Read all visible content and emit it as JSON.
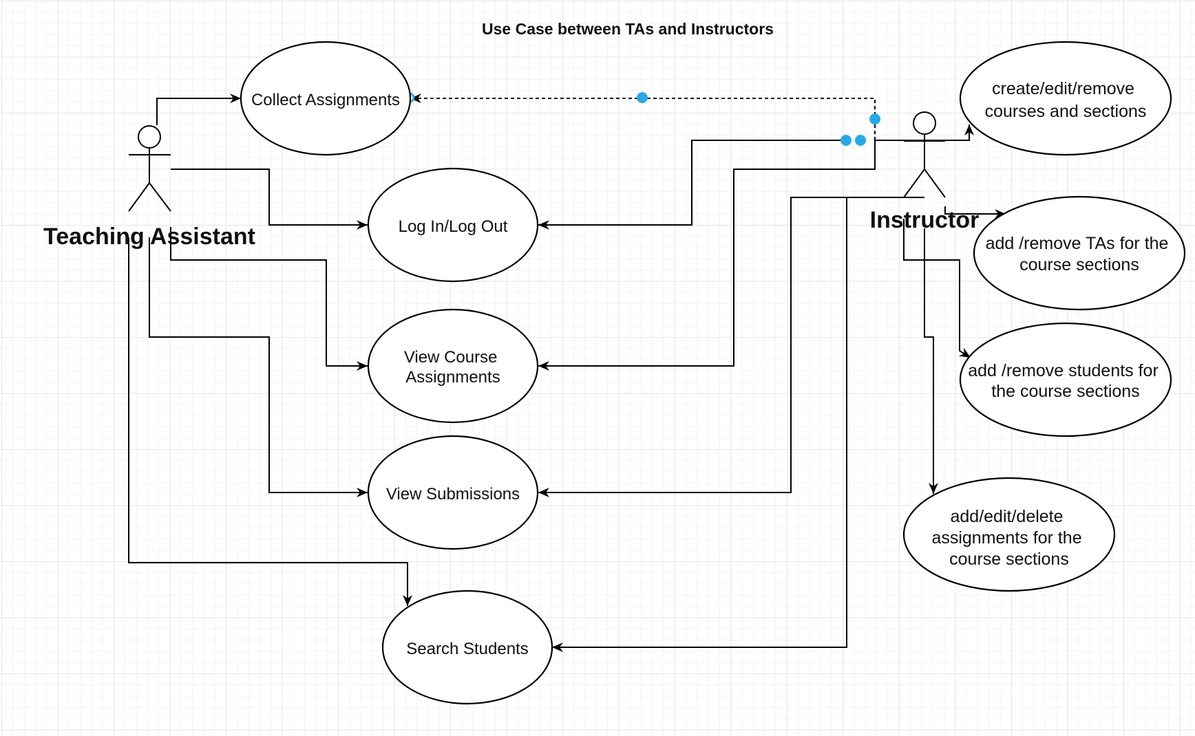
{
  "diagram": {
    "title": "Use Case between TAs and Instructors",
    "actors": [
      {
        "id": "ta",
        "label": "Teaching Assistant"
      },
      {
        "id": "instructor",
        "label": "Instructor"
      }
    ],
    "use_cases": [
      {
        "id": "collect",
        "lines": [
          "Collect Assignments"
        ]
      },
      {
        "id": "login",
        "lines": [
          "Log In/Log Out"
        ]
      },
      {
        "id": "viewcourse",
        "lines": [
          "View Course",
          "Assignments"
        ]
      },
      {
        "id": "viewsub",
        "lines": [
          "View Submissions"
        ]
      },
      {
        "id": "search",
        "lines": [
          "Search Students"
        ]
      },
      {
        "id": "courses",
        "lines": [
          "create/edit/remove",
          "courses and sections"
        ]
      },
      {
        "id": "tas",
        "lines": [
          "add /remove TAs for the",
          "course sections"
        ]
      },
      {
        "id": "students",
        "lines": [
          "add /remove students for",
          "the course sections"
        ]
      },
      {
        "id": "assign",
        "lines": [
          "add/edit/delete",
          "assignments for the",
          "course sections"
        ]
      }
    ],
    "associations": [
      {
        "from": "ta",
        "to": "collect"
      },
      {
        "from": "ta",
        "to": "login"
      },
      {
        "from": "ta",
        "to": "viewcourse"
      },
      {
        "from": "ta",
        "to": "viewsub"
      },
      {
        "from": "ta",
        "to": "search"
      },
      {
        "from": "instructor",
        "to": "collect",
        "selected": true
      },
      {
        "from": "instructor",
        "to": "login"
      },
      {
        "from": "instructor",
        "to": "viewcourse"
      },
      {
        "from": "instructor",
        "to": "viewsub"
      },
      {
        "from": "instructor",
        "to": "search"
      },
      {
        "from": "instructor",
        "to": "courses"
      },
      {
        "from": "instructor",
        "to": "tas"
      },
      {
        "from": "instructor",
        "to": "students"
      },
      {
        "from": "instructor",
        "to": "assign"
      }
    ],
    "colors": {
      "line": "#000000",
      "selection": "#29a8e8",
      "grid": "#e6e6e6"
    }
  }
}
